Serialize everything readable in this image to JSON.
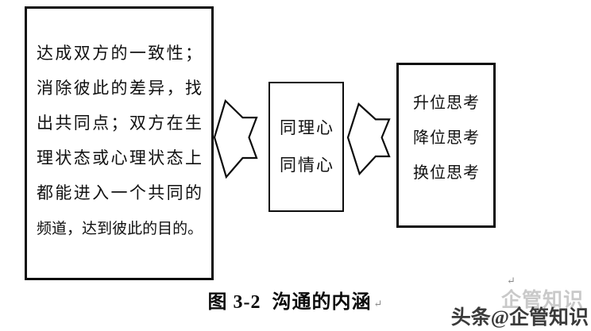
{
  "diagram": {
    "left_box": {
      "lines": [
        "达成双方的一致性；",
        "消除彼此的差异，找",
        "出共同点；双方在生",
        "理状态或心理状态上",
        "都能进入一个共同的",
        "频道，达到彼此的目的。"
      ]
    },
    "middle_box": {
      "lines": [
        "同理心",
        "同情心"
      ]
    },
    "right_box": {
      "lines": [
        "升位思考",
        "降位思考",
        "换位思考"
      ]
    }
  },
  "caption": {
    "label": "图 3-2",
    "title": "沟通的内涵",
    "return_mark": "↵"
  },
  "floating_return_mark": "↵",
  "watermark": {
    "text": "头条@企管知识",
    "ghost_text": "企管知识"
  },
  "colors": {
    "background": "#ffffff",
    "border": "#0d0d0d",
    "text": "#111111",
    "watermark": "#3a3a3a",
    "watermark_ghost": "#b8b8b8",
    "return_mark": "#8a8a8a"
  }
}
